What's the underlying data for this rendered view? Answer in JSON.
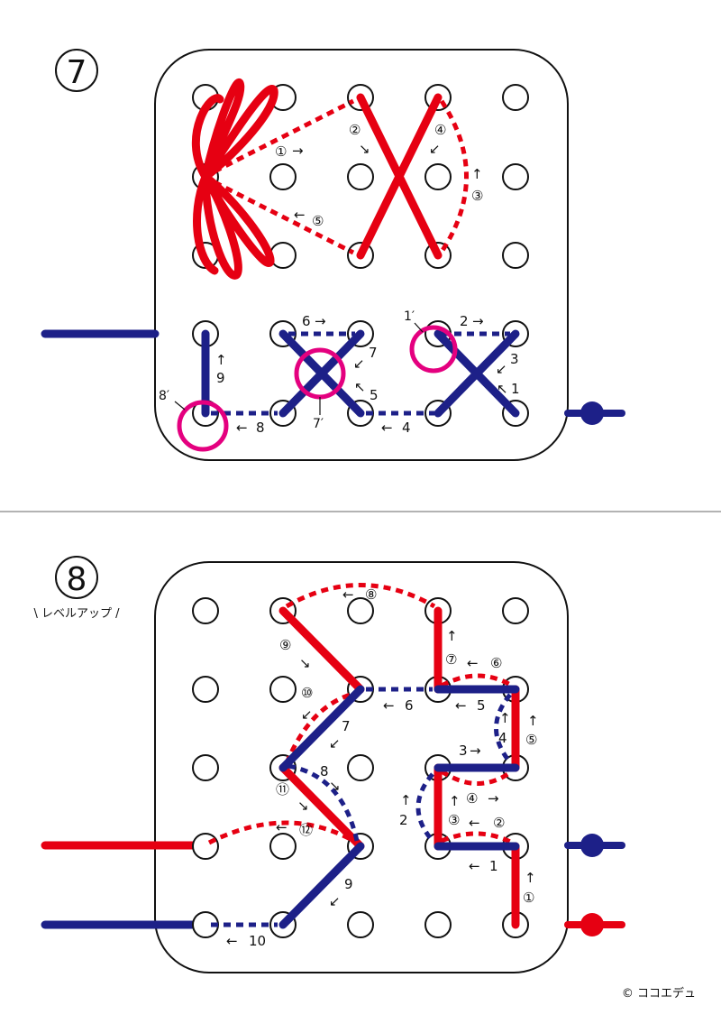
{
  "colors": {
    "red": "#e60012",
    "navy": "#1d2088",
    "magenta": "#e4007f",
    "ink": "#111111",
    "divider": "#9a9a9a"
  },
  "section7": {
    "badge": "7",
    "red_labels": [
      "①",
      "②",
      "③",
      "④",
      "⑤"
    ],
    "blue_labels": [
      "1",
      "2",
      "3",
      "4",
      "5",
      "6",
      "7",
      "8",
      "9"
    ],
    "primed_labels": [
      "1′",
      "7′",
      "8′"
    ]
  },
  "section8": {
    "badge": "8",
    "subtitle": "\\ レベルアップ /",
    "red_labels": [
      "①",
      "②",
      "③",
      "④",
      "⑤",
      "⑥",
      "⑦",
      "⑧",
      "⑨",
      "⑩",
      "⑪",
      "⑫"
    ],
    "blue_labels": [
      "1",
      "2",
      "3",
      "4",
      "5",
      "6",
      "7",
      "8",
      "9",
      "10"
    ]
  },
  "copyright": "© ココエデュ"
}
